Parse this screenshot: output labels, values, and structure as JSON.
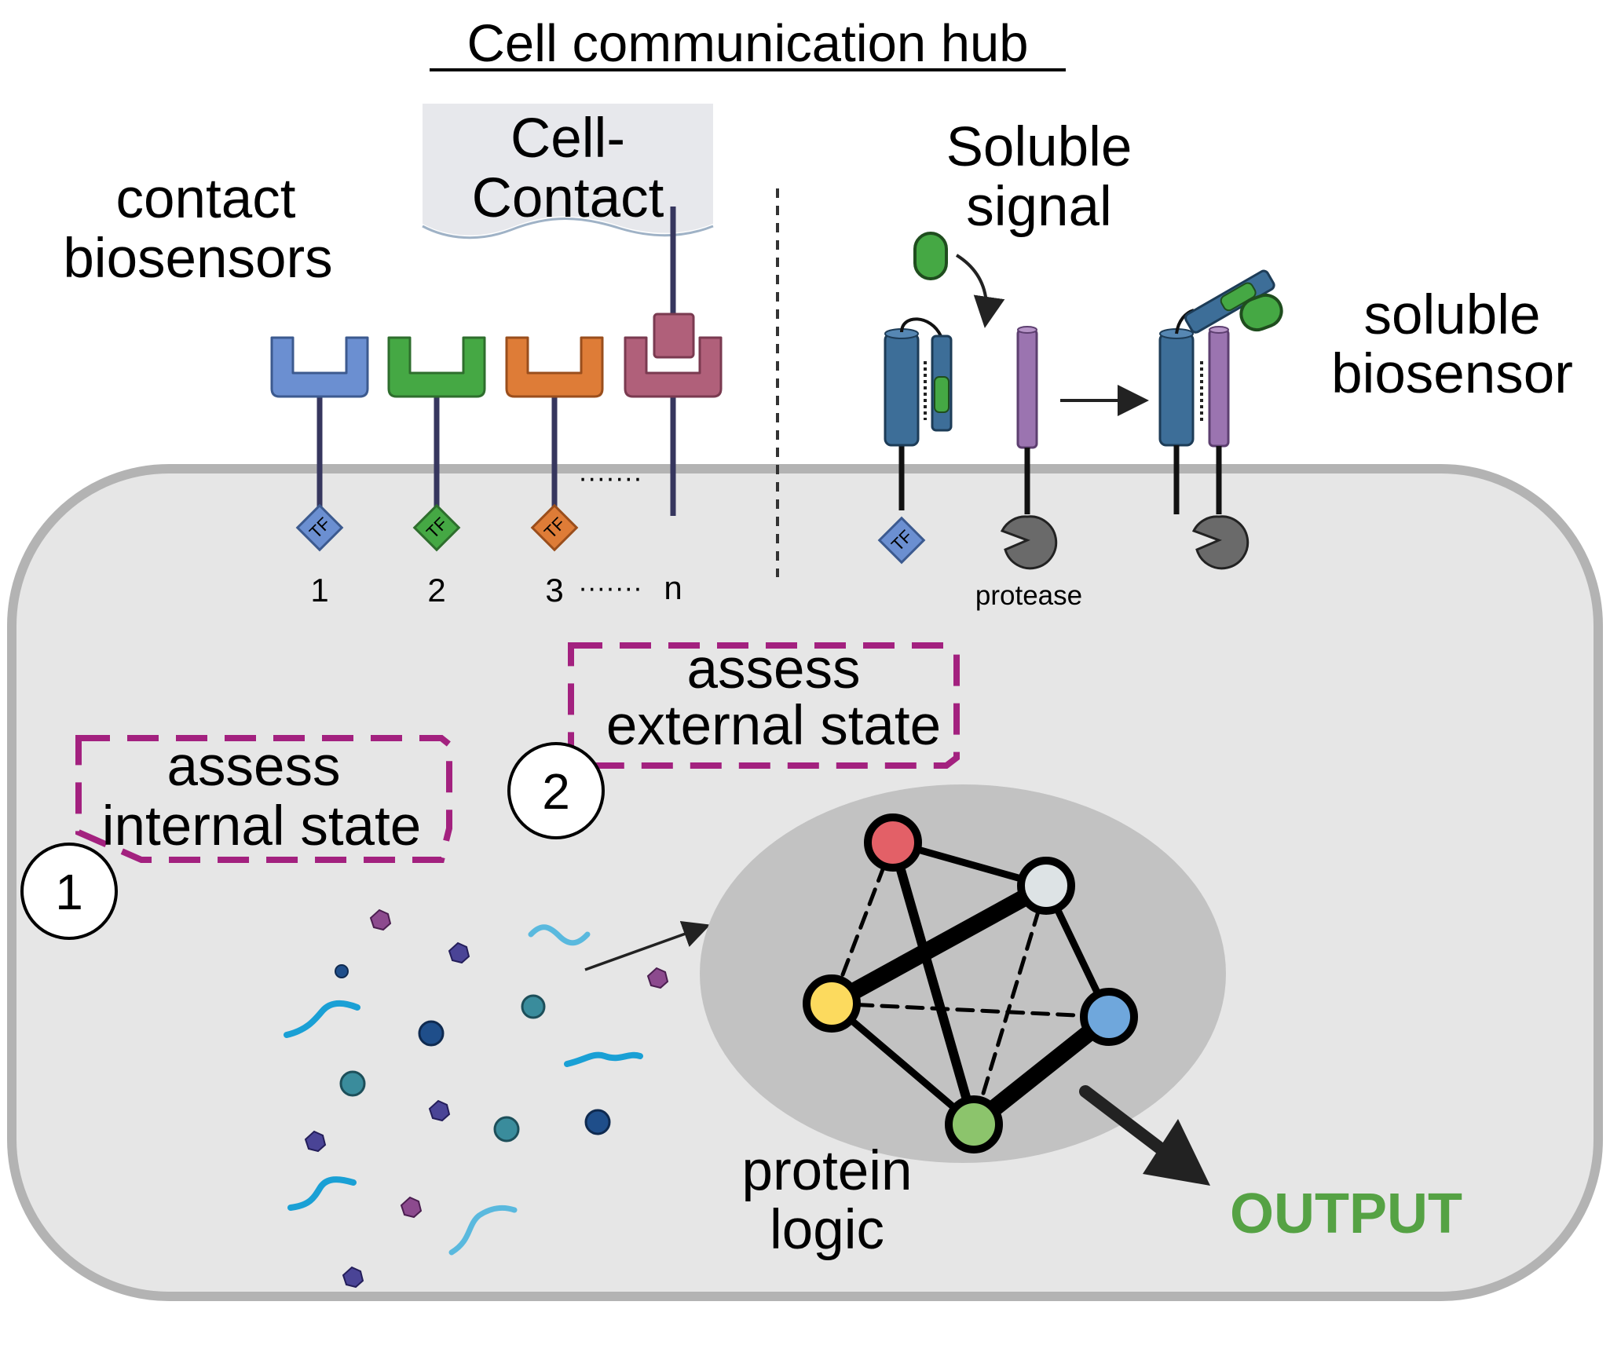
{
  "title": "Cell communication hub",
  "contact": {
    "label_line1": "contact",
    "label_line2": "biosensors",
    "surface_line1": "Cell-",
    "surface_line2": "Contact",
    "receptor_numbers": [
      "1",
      "2",
      "3",
      "n"
    ],
    "ellipsis": "·······",
    "tf_label": "TF"
  },
  "soluble": {
    "signal_line1": "Soluble",
    "signal_line2": "signal",
    "biosensor_line1": "soluble",
    "biosensor_line2": "biosensor",
    "protease_label": "protease"
  },
  "steps": [
    {
      "number": "1",
      "line1": "assess",
      "line2": "internal state"
    },
    {
      "number": "2",
      "line1": "assess",
      "line2": "external state"
    }
  ],
  "logic": {
    "label_line1": "protein",
    "label_line2": "logic",
    "output_label": "OUTPUT"
  },
  "colors": {
    "receptor_blue": "#6b8fd1",
    "receptor_green": "#45a844",
    "receptor_orange": "#de7c37",
    "receptor_mauve": "#b0607a",
    "dashed_box": "#a3217f",
    "output_green": "#55a244",
    "node_red": "#e36067",
    "node_white": "#dde3e5",
    "node_yellow": "#fcda5e",
    "node_blue": "#6fa7dc",
    "node_green": "#8cc46c"
  }
}
